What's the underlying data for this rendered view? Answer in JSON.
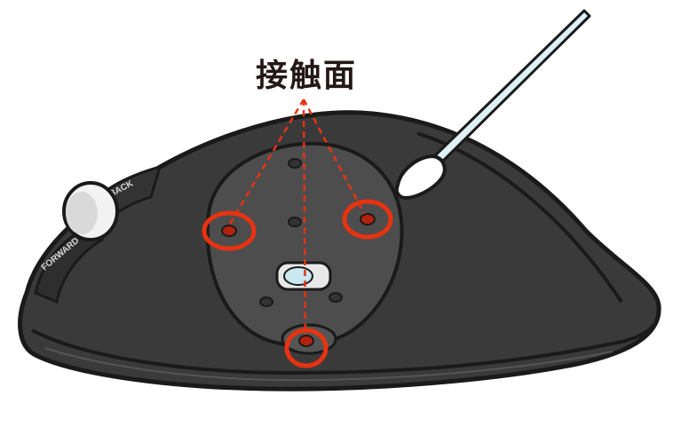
{
  "diagram": {
    "title": "接触面",
    "buttons": {
      "back": "BACK",
      "forward": "FORWARD"
    },
    "colors": {
      "body": "#3a3a3a",
      "body_dark": "#2b2b2b",
      "outline": "#1a1a1a",
      "ball_socket": "#555555",
      "highlight": "#e63312",
      "swab_tip": "#ffffff",
      "swab_stick": "#dff0f5"
    },
    "contact_points": [
      {
        "name": "left-contact"
      },
      {
        "name": "right-contact"
      },
      {
        "name": "bottom-contact"
      }
    ]
  }
}
